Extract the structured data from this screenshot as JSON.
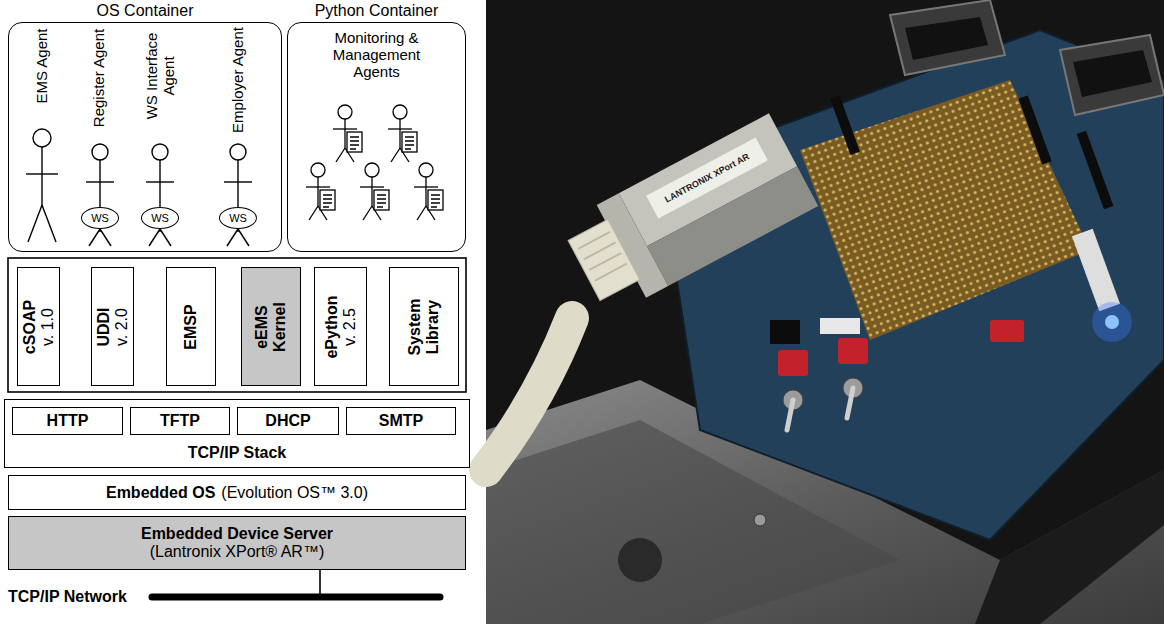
{
  "diagram": {
    "nodes": [
      {
        "text": [
          "OS Container"
        ]
      },
      {
        "text": [
          "WS"
        ],
        "in": 0
      },
      {
        "text": [
          "WS"
        ],
        "in": 0
      },
      {
        "text": [
          "WS"
        ],
        "in": 0
      },
      {
        "text": [
          "Python Container",
          "Monitoring & Management Agents"
        ]
      },
      {
        "text": [
          "cSOAP",
          "v. 1.0"
        ]
      },
      {
        "text": [
          "UDDI",
          "v. 2.0"
        ]
      },
      {
        "text": [
          "EMSP"
        ]
      },
      {
        "text": [
          "eEMS Kernel"
        ]
      },
      {
        "text": [
          "ePython",
          "v. 2.5"
        ]
      },
      {
        "text": [
          "System Library"
        ]
      },
      {
        "text": [
          "TCP/IP Stack"
        ]
      },
      {
        "text": [
          "HTTP"
        ],
        "in": 11
      },
      {
        "text": [
          "TFTP"
        ],
        "in": 11
      },
      {
        "text": [
          "DHCP"
        ],
        "in": 11
      },
      {
        "text": [
          "SMTP"
        ],
        "in": 11
      },
      {
        "text": [
          "Embedded OS",
          "(Evolution OS™ 3.0)"
        ]
      },
      {
        "text": [
          "Embedded Device Server",
          "(Lantronix XPort® AR™)"
        ]
      }
    ],
    "labels": [
      "EMS Agent",
      "Register Agent",
      "WS Interface Agent",
      "Employer Agent",
      "TCP/IP Network",
      "LANTRONIX XPort AR"
    ]
  }
}
